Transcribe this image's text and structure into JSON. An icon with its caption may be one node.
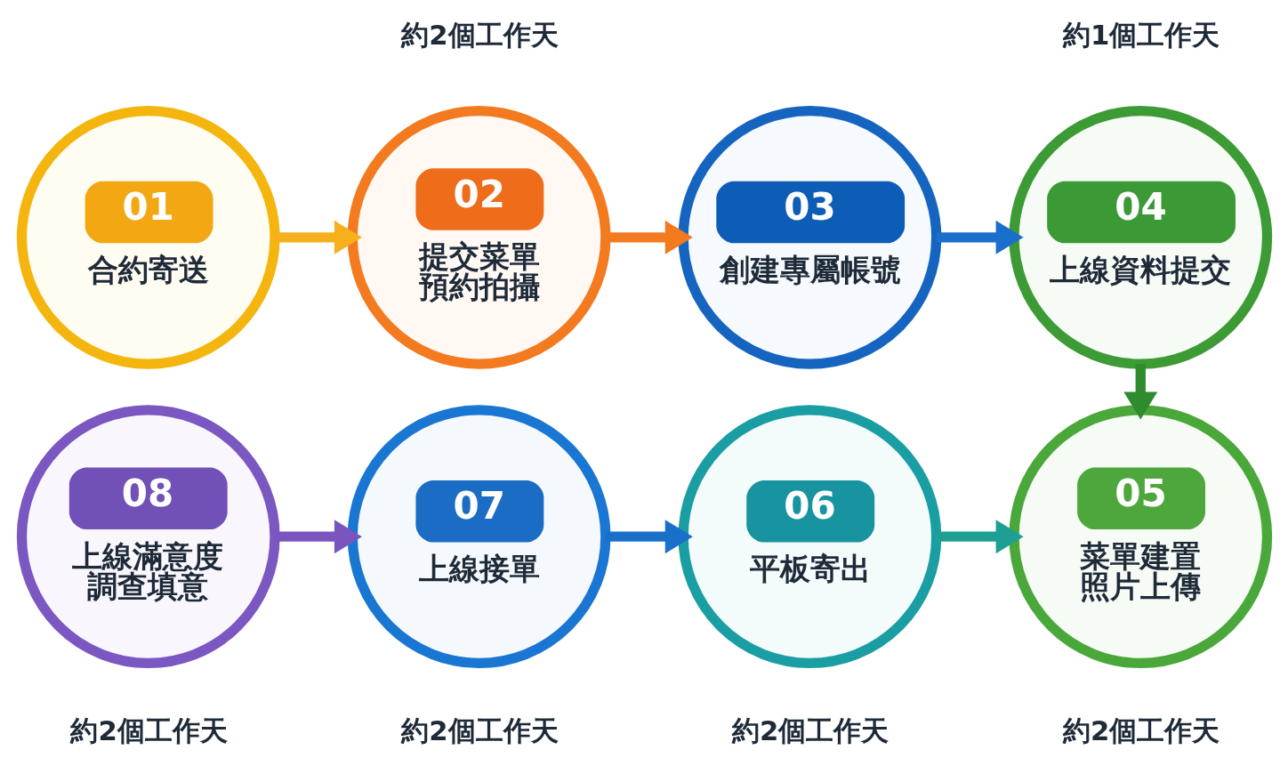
{
  "diagram": {
    "nodes": [
      {
        "text": [
          "01",
          "合約寄送"
        ]
      },
      {
        "text": [
          "02",
          "提交菜單預約拍攝"
        ]
      },
      {
        "text": [
          "03",
          "創建專屬帳號"
        ]
      },
      {
        "text": [
          "04",
          "上線資料提交"
        ]
      },
      {
        "text": [
          "05",
          "菜單建置照片上傳"
        ],
        "beside": [
          "約2個工作天"
        ]
      },
      {
        "text": [
          "06",
          "平板寄出"
        ],
        "beside": [
          "約2個工作天"
        ]
      },
      {
        "text": [
          "07",
          "上線接單"
        ],
        "beside": [
          "約2個工作天"
        ]
      },
      {
        "text": [
          "08",
          "上線滿意度調查填意"
        ],
        "beside": [
          "約2個工作天"
        ]
      }
    ],
    "edges": [
      {
        "from": 0,
        "to": 1,
        "arrow": "to",
        "color": "#f6b01e"
      },
      {
        "from": 1,
        "to": 2,
        "arrow": "to",
        "color": "#f47a20"
      },
      {
        "from": 2,
        "to": 3,
        "arrow": "to",
        "color": "#1a6fcc"
      },
      {
        "from": 3,
        "to": 4,
        "arrow": "to",
        "color": "#2e8b2e"
      },
      {
        "from": 7,
        "to": 6,
        "arrow": "to",
        "color": "#7a55c0"
      },
      {
        "from": 6,
        "to": 5,
        "arrow": "to",
        "color": "#1a70c8"
      },
      {
        "from": 5,
        "to": 4,
        "arrow": "to",
        "color": "#1f9e94"
      }
    ],
    "labels": [
      "約2個工作天",
      "約1個工作天"
    ]
  }
}
